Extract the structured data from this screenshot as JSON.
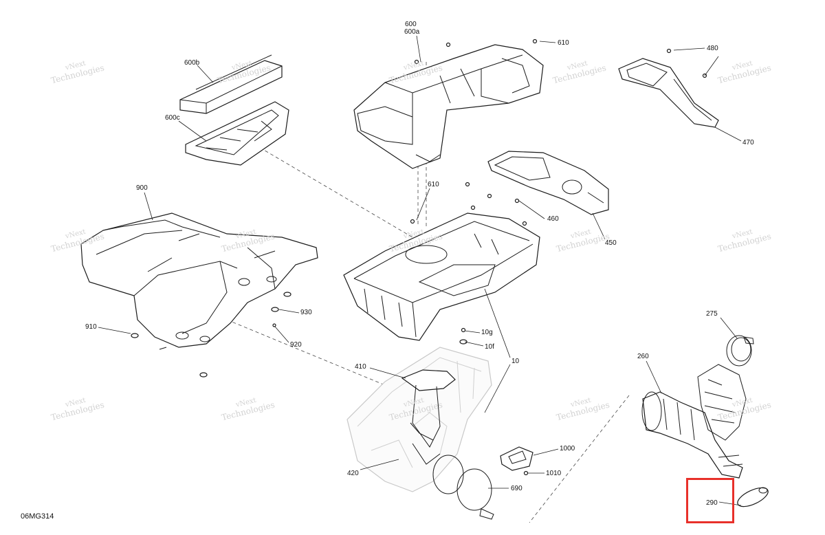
{
  "diagram_code": "06MG314",
  "watermark": {
    "line1": "vNext",
    "line2": "Technologies"
  },
  "highlight_color": "#e8302a",
  "parts": [
    {
      "id": "p600",
      "label": "600"
    },
    {
      "id": "p600a",
      "label": "600a"
    },
    {
      "id": "p610top",
      "label": "610"
    },
    {
      "id": "p480",
      "label": "480"
    },
    {
      "id": "p600b",
      "label": "600b"
    },
    {
      "id": "p600c",
      "label": "600c"
    },
    {
      "id": "p470",
      "label": "470"
    },
    {
      "id": "p610mid",
      "label": "610"
    },
    {
      "id": "p900",
      "label": "900"
    },
    {
      "id": "p460",
      "label": "460"
    },
    {
      "id": "p450",
      "label": "450"
    },
    {
      "id": "p930",
      "label": "930"
    },
    {
      "id": "p910",
      "label": "910"
    },
    {
      "id": "p920",
      "label": "920"
    },
    {
      "id": "p10g",
      "label": "10g"
    },
    {
      "id": "p10f",
      "label": "10f"
    },
    {
      "id": "p10",
      "label": "10"
    },
    {
      "id": "p275",
      "label": "275"
    },
    {
      "id": "p260",
      "label": "260"
    },
    {
      "id": "p410",
      "label": "410"
    },
    {
      "id": "p1000",
      "label": "1000"
    },
    {
      "id": "p420",
      "label": "420"
    },
    {
      "id": "p1010",
      "label": "1010"
    },
    {
      "id": "p690",
      "label": "690"
    },
    {
      "id": "p290",
      "label": "290"
    }
  ]
}
